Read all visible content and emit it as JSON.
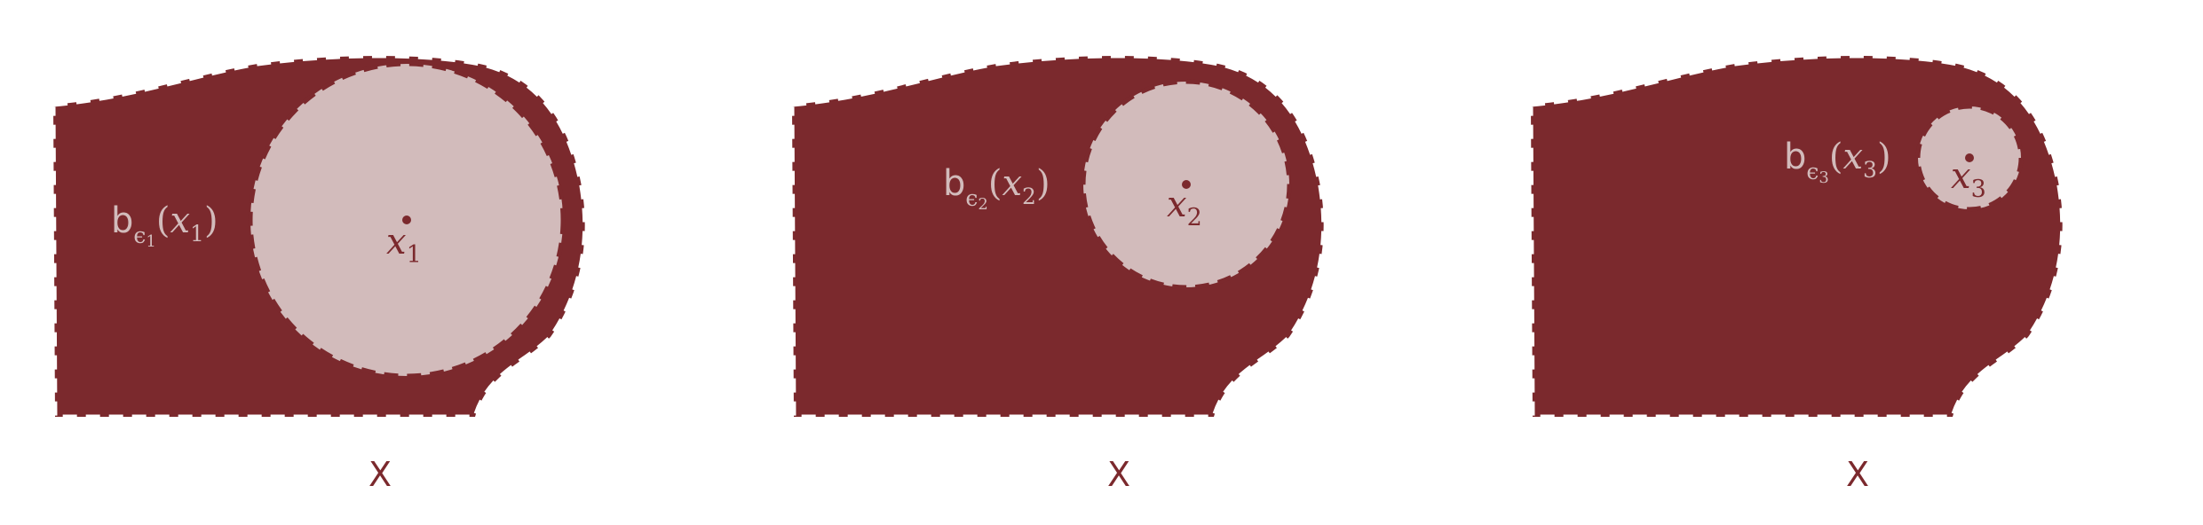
{
  "panels": [
    {
      "ball_label": {
        "b": "b",
        "eps": "ϵ",
        "eps_sub": "1",
        "open": "(",
        "var": "x",
        "var_sub": "1",
        "close": ")"
      },
      "point_label": {
        "var": "x",
        "sub": "1"
      },
      "set_label": "X"
    },
    {
      "ball_label": {
        "b": "b",
        "eps": "ϵ",
        "eps_sub": "2",
        "open": "(",
        "var": "x",
        "var_sub": "2",
        "close": ")"
      },
      "point_label": {
        "var": "x",
        "sub": "2"
      },
      "set_label": "X"
    },
    {
      "ball_label": {
        "b": "b",
        "eps": "ϵ",
        "eps_sub": "3",
        "open": "(",
        "var": "x",
        "var_sub": "3",
        "close": ")"
      },
      "point_label": {
        "var": "x",
        "sub": "3"
      },
      "set_label": "X"
    }
  ],
  "colors": {
    "region": "#7b292d",
    "ball": "#d2bbbb",
    "background": "#ffffff"
  }
}
